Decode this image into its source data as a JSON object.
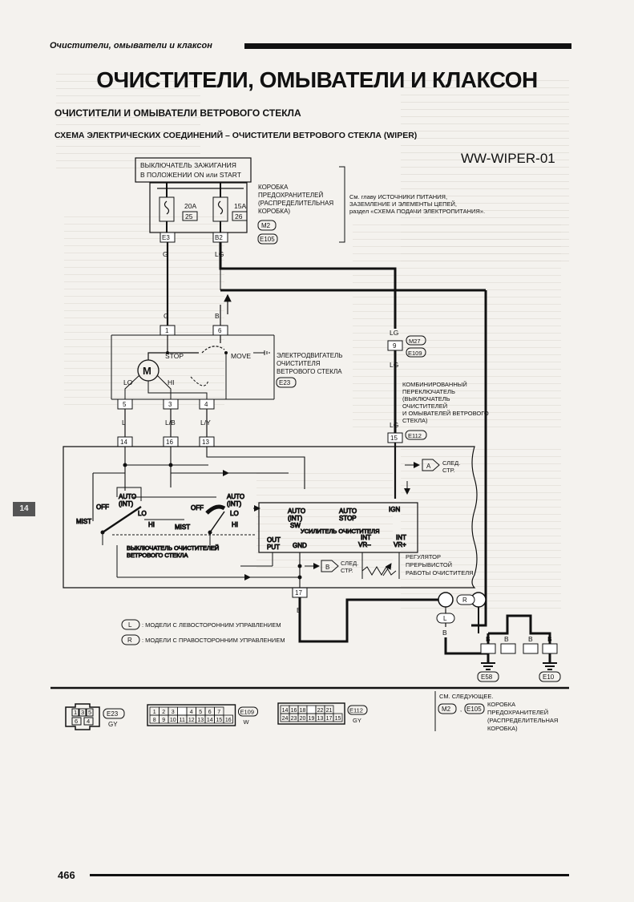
{
  "header": {
    "section_label": "Очистители, омыватели и клаксон",
    "title": "ОЧИСТИТЕЛИ, ОМЫВАТЕЛИ И КЛАКСОН",
    "subtitle": "ОЧИСТИТЕЛИ И ОМЫВАТЕЛИ ВЕТРОВОГО СТЕКЛА",
    "schema_title": "СХЕМА ЭЛЕКТРИЧЕСКИХ СОЕДИНЕНИЙ – ОЧИСТИТЕЛИ ВЕТРОВОГО СТЕКЛА (WIPER)",
    "diagram_code": "WW-WIPER-01"
  },
  "diagram": {
    "ignition_switch": [
      "ВЫКЛЮЧАТЕЛЬ ЗАЖИГАНИЯ",
      "В ПОЛОЖЕНИИ ON или START"
    ],
    "fuse_box_label": [
      "КОРОБКА",
      "ПРЕДОХРАНИТЕЛЕЙ",
      "(РАСПРЕДЕЛИТЕЛЬНАЯ",
      "КОРОБКА)"
    ],
    "fuse_box_refs": [
      "M2",
      "E105"
    ],
    "fuse1": {
      "rating": "20A",
      "number": "25"
    },
    "fuse2": {
      "rating": "15A",
      "number": "26"
    },
    "fuse_connectors": [
      "E3",
      "B2"
    ],
    "power_note": [
      "См. главу ИСТОЧНИКИ ПИТАНИЯ,",
      "ЗАЗЕМЛЕНИЕ И ЭЛЕМЕНТЫ ЦЕПЕЙ,",
      "раздел «СХЕМА ПОДАЧИ ЭЛЕКТРОПИТАНИЯ»."
    ],
    "wire_colors": {
      "g": "G",
      "lg": "LG",
      "l": "L",
      "lb": "L/B",
      "ly": "L/Y",
      "b": "B"
    },
    "motor": {
      "symbol": "M",
      "pins_top": [
        "1",
        "6"
      ],
      "pins_bottom": [
        "5",
        "3",
        "4"
      ],
      "lo": "LO",
      "hi": "HI",
      "stop": "STOP",
      "move": "MOVE",
      "label": [
        "ЭЛЕКТРОДВИГАТЕЛЬ",
        "ОЧИСТИТЕЛЯ",
        "ВЕТРОВОГО СТЕКЛА"
      ],
      "ref": "E23"
    },
    "combo_switch": {
      "label": [
        "КОМБИНИРОВАННЫЙ",
        "ПЕРЕКЛЮЧАТЕЛЬ",
        "(ВЫКЛЮЧАТЕЛЬ",
        "ОЧИСТИТЕЛЕЙ",
        "И ОМЫВАТЕЛЕЙ ВЕТРОВОГО",
        "СТЕКЛА)"
      ],
      "ref": "E112",
      "ref_mid": [
        "M27",
        "E109"
      ],
      "pin_9": "9",
      "pin_15": "15",
      "pins": [
        "14",
        "16",
        "13"
      ],
      "pin_17": "17",
      "positions_left": [
        "OFF",
        "AUTO",
        "(INT)",
        "LO",
        "MIST",
        "HI"
      ],
      "positions_right": [
        "OFF",
        "AUTO",
        "(INT)",
        "LO",
        "MIST",
        "HI"
      ],
      "switch_label": [
        "ВЫКЛЮЧАТЕЛЬ ОЧИСТИТЕЛЕЙ",
        "ВЕТРОВОГО СТЕКЛА"
      ],
      "amp_inputs": [
        "AUTO",
        "(INT)",
        "SW",
        "AUTO",
        "STOP",
        "IGN"
      ],
      "amp_label": "УСИЛИТЕЛЬ ОЧИСТИТЕЛЯ",
      "amp_out": [
        "OUT",
        "PUT"
      ],
      "amp_gnd": "GND",
      "amp_int_minus": [
        "INT",
        "VR–"
      ],
      "amp_int_plus": [
        "INT",
        "VR+"
      ],
      "regulator": [
        "РЕГУЛЯТОР",
        "ПРЕРЫВИСТОЙ",
        "РАБОТЫ ОЧИСТИТЕЛЯ"
      ]
    },
    "next_page": [
      "СЛЕД.",
      "СТР."
    ],
    "off_page": [
      "A",
      "B"
    ],
    "grounds": [
      "E58",
      "E10"
    ],
    "legend": [
      {
        "key": "L",
        "text": ": МОДЕЛИ С ЛЕВОСТОРОННИМ УПРАВЛЕНИЕМ"
      },
      {
        "key": "R",
        "text": ": МОДЕЛИ С ПРАВОСТОРОННИМ УПРАВЛЕНИЕМ"
      }
    ]
  },
  "connectors": {
    "e23": {
      "pins_top": [
        "1",
        "3",
        "5"
      ],
      "pins_bottom": [
        "6",
        "4"
      ],
      "ref": "E23",
      "color": "GY"
    },
    "e109": {
      "row1": [
        "1",
        "2",
        "3",
        "",
        "4",
        "5",
        "6",
        "7"
      ],
      "row2": [
        "8",
        "9",
        "10",
        "11",
        "12",
        "13",
        "14",
        "15",
        "16"
      ],
      "ref": "E109",
      "color": "W"
    },
    "e112": {
      "row1": [
        "14",
        "16",
        "18",
        "",
        "22",
        "21"
      ],
      "row2": [
        "24",
        "23",
        "20",
        "19",
        "13",
        "17",
        "15"
      ],
      "ref": "E112",
      "color": "GY"
    },
    "see_also": {
      "title": "СМ. СЛЕДУЮЩЕЕ.",
      "refs": [
        "M2",
        "E105"
      ],
      "text": [
        "КОРОБКА",
        "ПРЕДОХРАНИТЕЛЕЙ",
        "(РАСПРЕДЕЛИТЕЛЬНАЯ",
        "КОРОБКА)"
      ]
    }
  },
  "footer": {
    "page_number": "466"
  },
  "side_tab": "14"
}
